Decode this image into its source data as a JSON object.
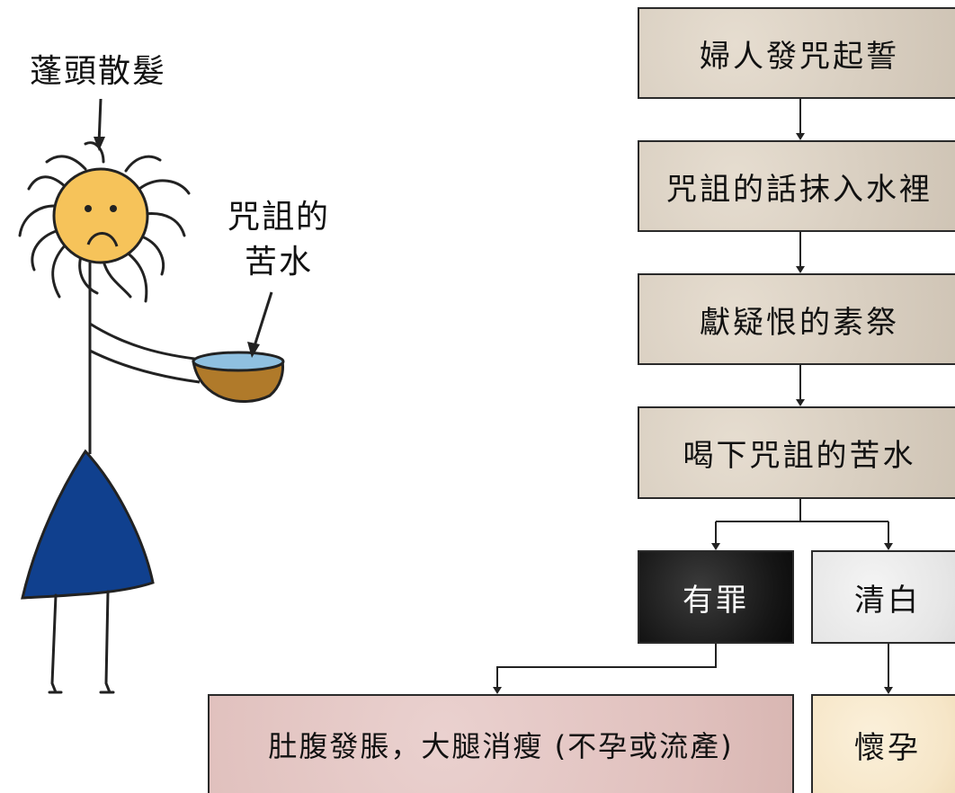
{
  "illustration": {
    "hair_label": "蓬頭散髮",
    "water_label_line1": "咒詛的",
    "water_label_line2": "苦水"
  },
  "flow": {
    "step1": "婦人發咒起誓",
    "step2": "咒詛的話抹入水裡",
    "step3": "獻疑恨的素祭",
    "step4": "喝下咒詛的苦水",
    "guilty": "有罪",
    "innocent": "清白",
    "guilty_result": "肚腹發脹，大腿消瘦 (不孕或流產)",
    "innocent_result": "懷孕"
  },
  "colors": {
    "step_box": "#d9cfc1",
    "guilty_box": "#161616",
    "innocent_box": "#e6e6e6",
    "guilty_result_box": "#e0c0bd",
    "innocent_result_box": "#f6e6c8",
    "face": "#f6c35a",
    "dress": "#10408e",
    "bowl": "#b07a2a",
    "water": "#8fc0e0"
  }
}
